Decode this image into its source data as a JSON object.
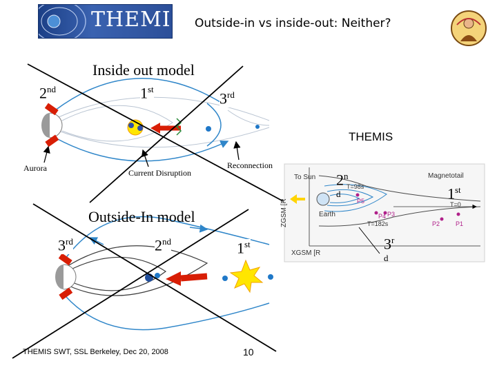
{
  "header": {
    "logo_text": "THEMIS",
    "title": "Outside-in vs inside-out: Neither?"
  },
  "inside_out": {
    "title": "Inside out model",
    "ord_2": {
      "num": "2",
      "sup": "nd"
    },
    "ord_1": {
      "num": "1",
      "sup": "st"
    },
    "ord_3": {
      "num": "3",
      "sup": "rd"
    },
    "aurora": "Aurora",
    "current_disruption": "Current Disruption",
    "reconnection": "Reconnection"
  },
  "outside_in": {
    "title": "Outside-In model",
    "ord_3": {
      "num": "3",
      "sup": "rd"
    },
    "ord_2": {
      "num": "2",
      "sup": "nd"
    },
    "ord_1": {
      "num": "1",
      "sup": "st"
    }
  },
  "themis_panel": {
    "label": "THEMIS",
    "ord_2": {
      "num": "2",
      "sup": "n",
      "sub": "d"
    },
    "ord_1": {
      "num": "1",
      "sup": "st"
    },
    "ord_3": {
      "num": "3",
      "sup": "r",
      "sub": "d"
    },
    "to_sun": "To Sun",
    "earth": "Earth",
    "magnetotail": "Magnetotail",
    "t_aur": "T",
    "t_aur_val": "=98s",
    "t_cd": "T",
    "t_cd_val": "=182s",
    "t_rx": "T",
    "t_rx_val": "=0",
    "p1": "P1",
    "p2": "P2",
    "p3": "P3",
    "p4": "P4",
    "p5": "P5",
    "zgsm": "Z",
    "zgsm_sub": "GSM [R",
    "xgsm": "X",
    "xgsm_sub": "GSM [R"
  },
  "footer": {
    "text": "THEMIS SWT, SSL Berkeley, Dec 20, 2008",
    "page": "10"
  },
  "colors": {
    "banner": "#1b3f86",
    "arrow_red": "#d81e05",
    "field_blue": "#2f86c9",
    "dot_blue": "#1f78c8",
    "spark_yellow": "#ffe600"
  }
}
